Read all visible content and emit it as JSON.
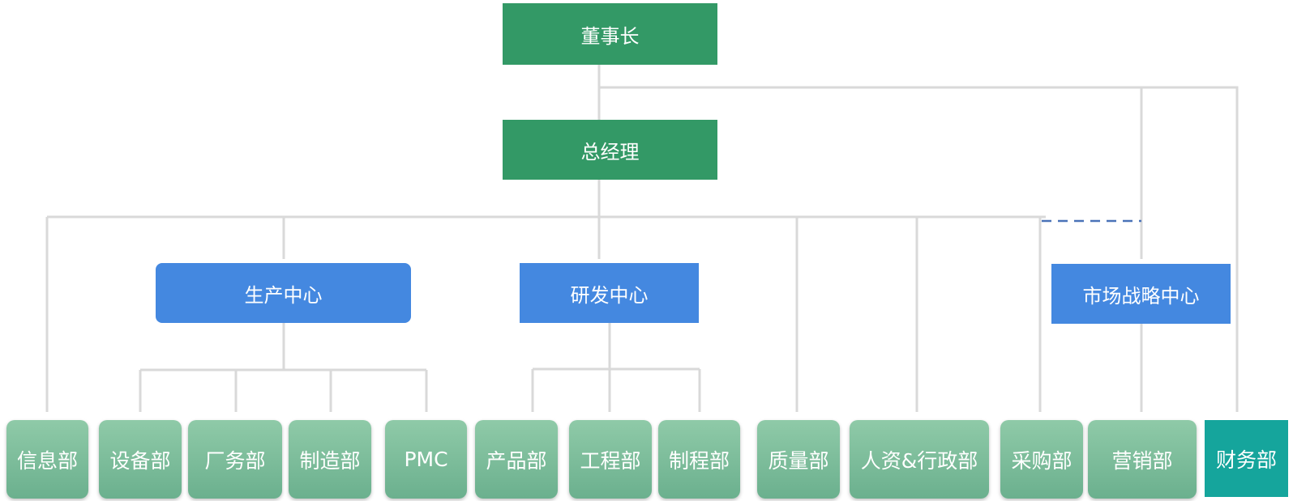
{
  "chart": {
    "chairman": "董事长",
    "gm": "总经理",
    "centers": {
      "production": "生产中心",
      "rnd": "研发中心",
      "market": "市场战略中心"
    },
    "departments": {
      "info": "信息部",
      "equipment": "设备部",
      "plant": "厂务部",
      "manufacturing": "制造部",
      "pmc": "PMC",
      "product": "产品部",
      "engineering": "工程部",
      "process": "制程部",
      "quality": "质量部",
      "hr_admin": "人资&行政部",
      "purchasing": "采购部",
      "marketing": "营销部",
      "finance": "财务部"
    }
  },
  "colors": {
    "executive": "#339966",
    "center": "#4488e0",
    "department": "#7dbd9b",
    "finance": "#15a59c",
    "connector": "#d9d9d9",
    "dashed": "#4a72b8"
  }
}
